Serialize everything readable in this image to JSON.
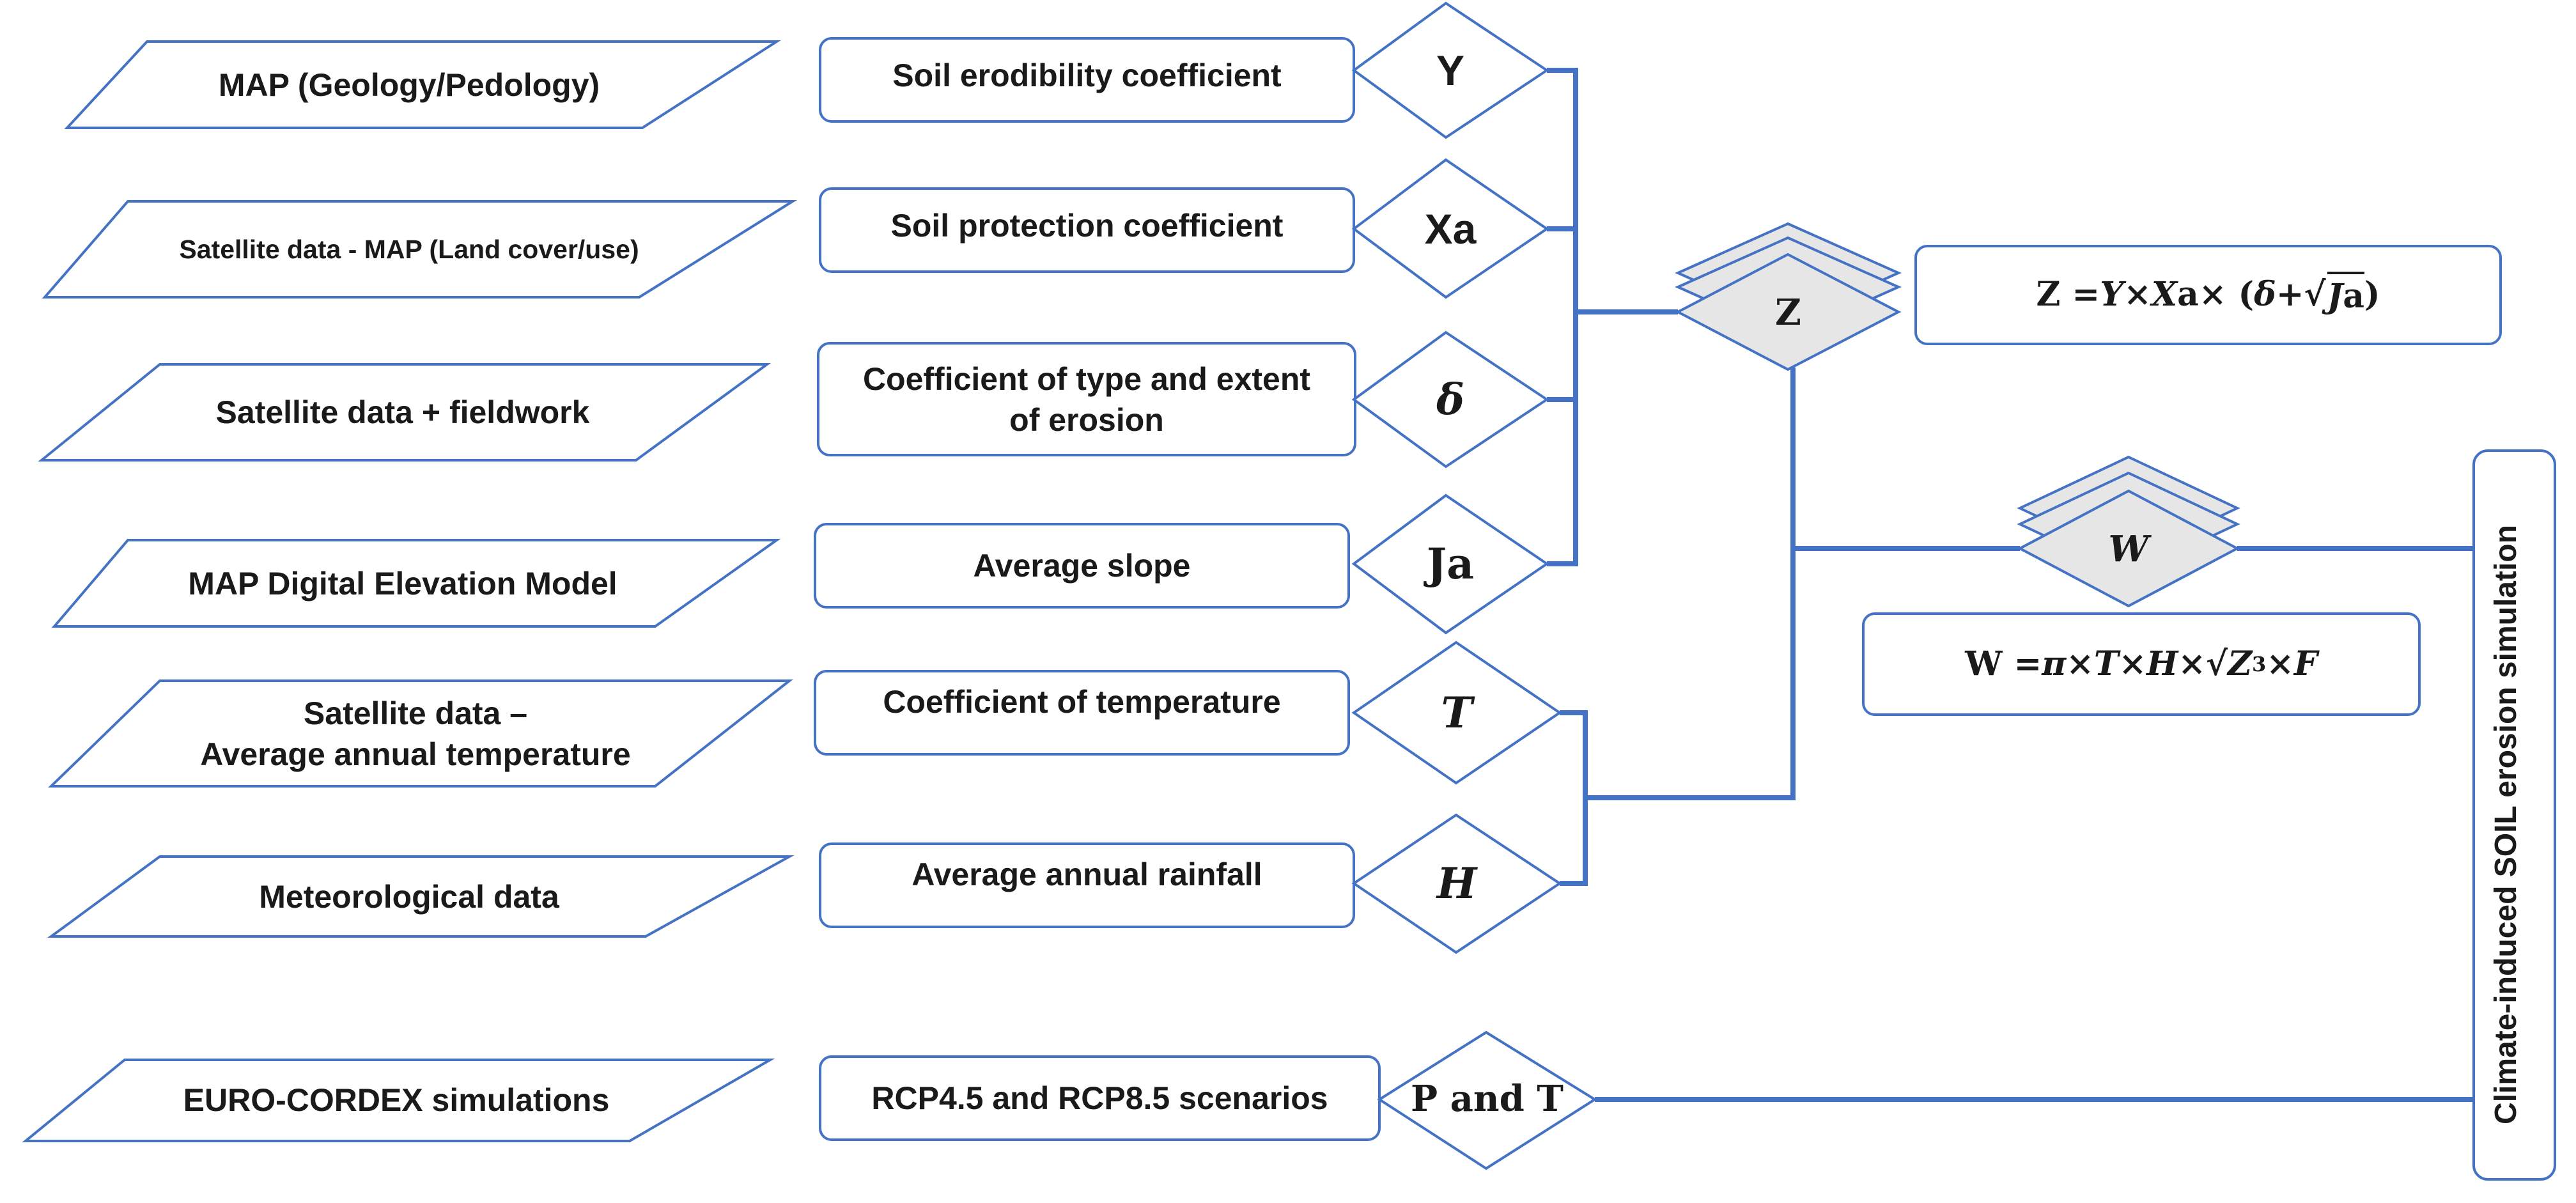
{
  "sources": [
    {
      "id": "map-geology",
      "text": "MAP (Geology/Pedology)"
    },
    {
      "id": "satellite-land",
      "text": "Satellite data - MAP (Land cover/use)"
    },
    {
      "id": "satellite-field",
      "text": "Satellite data + fieldwork"
    },
    {
      "id": "map-dem",
      "text": "MAP Digital Elevation Model"
    },
    {
      "id": "satellite-temp",
      "line1": "Satellite data –",
      "line2": "Average annual temperature"
    },
    {
      "id": "meteo",
      "text": "Meteorological data"
    },
    {
      "id": "euro-cordex",
      "text": "EURO-CORDEX simulations"
    }
  ],
  "coefficients": [
    {
      "text": "Soil erodibility coefficient"
    },
    {
      "text": "Soil protection coefficient"
    },
    {
      "line1": "Coefficient of type and extent",
      "line2": "of erosion"
    },
    {
      "text": "Average slope"
    },
    {
      "text": "Coefficient of temperature"
    },
    {
      "text": "Average annual rainfall"
    },
    {
      "text": "RCP4.5 and RCP8.5 scenarios"
    }
  ],
  "symbols": [
    "Y",
    "Xa",
    "δ",
    "Ja",
    "T",
    "H",
    "P and T"
  ],
  "nodes": {
    "z": "Z",
    "w": "W"
  },
  "formulas": {
    "z": {
      "lhs": "Z = ",
      "y": "Y",
      "times1": " × ",
      "xa": "X",
      "a": "a",
      "times2": " × (",
      "delta": "δ",
      "plus": " + ",
      "ja": "J",
      "a2": "a",
      "close": ")"
    },
    "w": {
      "lhs": "W = ",
      "pi": "π",
      "times1": " × ",
      "t": "T",
      "times2": " × ",
      "h": "H",
      "times3": " × ",
      "z": "Z",
      "exp": "3",
      "times4": "× ",
      "f": "F"
    }
  },
  "output_label": "Climate-induced SOIL erosion simulation",
  "colors": {
    "line": "#4472C4",
    "shape_stroke": "#4472C4",
    "node_fill": "#E7E6E6",
    "text": "#1a1a1a"
  }
}
